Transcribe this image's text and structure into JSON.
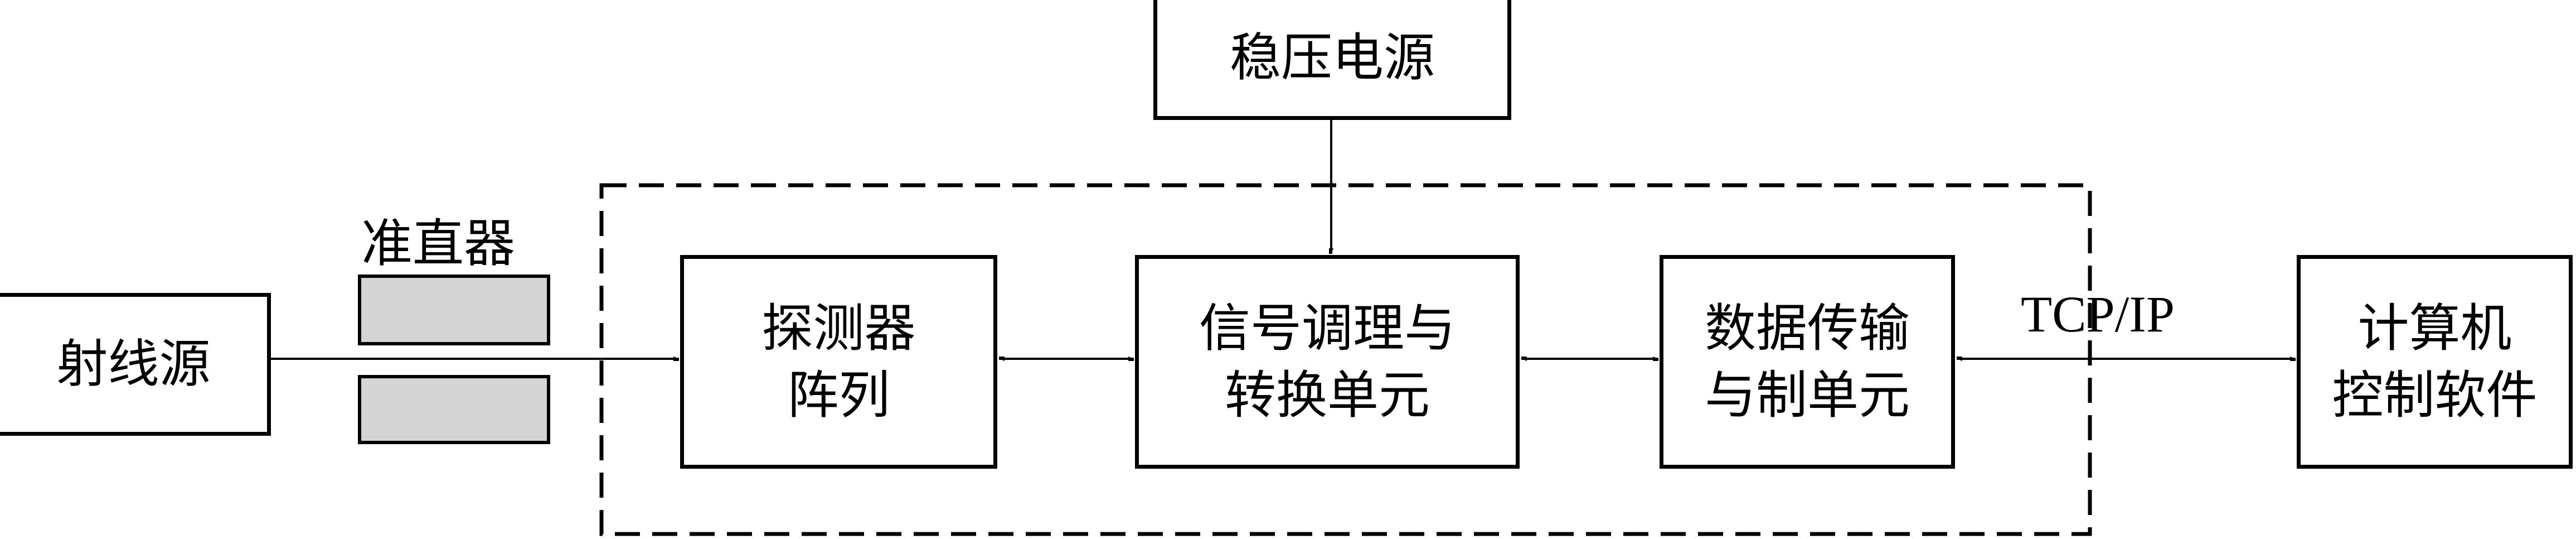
{
  "diagram": {
    "source": "射线源",
    "collimator": "准直器",
    "power_supply": "稳压电源",
    "detector": "探测器\n阵列",
    "signal_unit": "信号调理与\n转换单元",
    "data_unit": "数据传输\n与制单元",
    "computer": "计算机\n控制软件",
    "protocol": "TCP/IP"
  }
}
